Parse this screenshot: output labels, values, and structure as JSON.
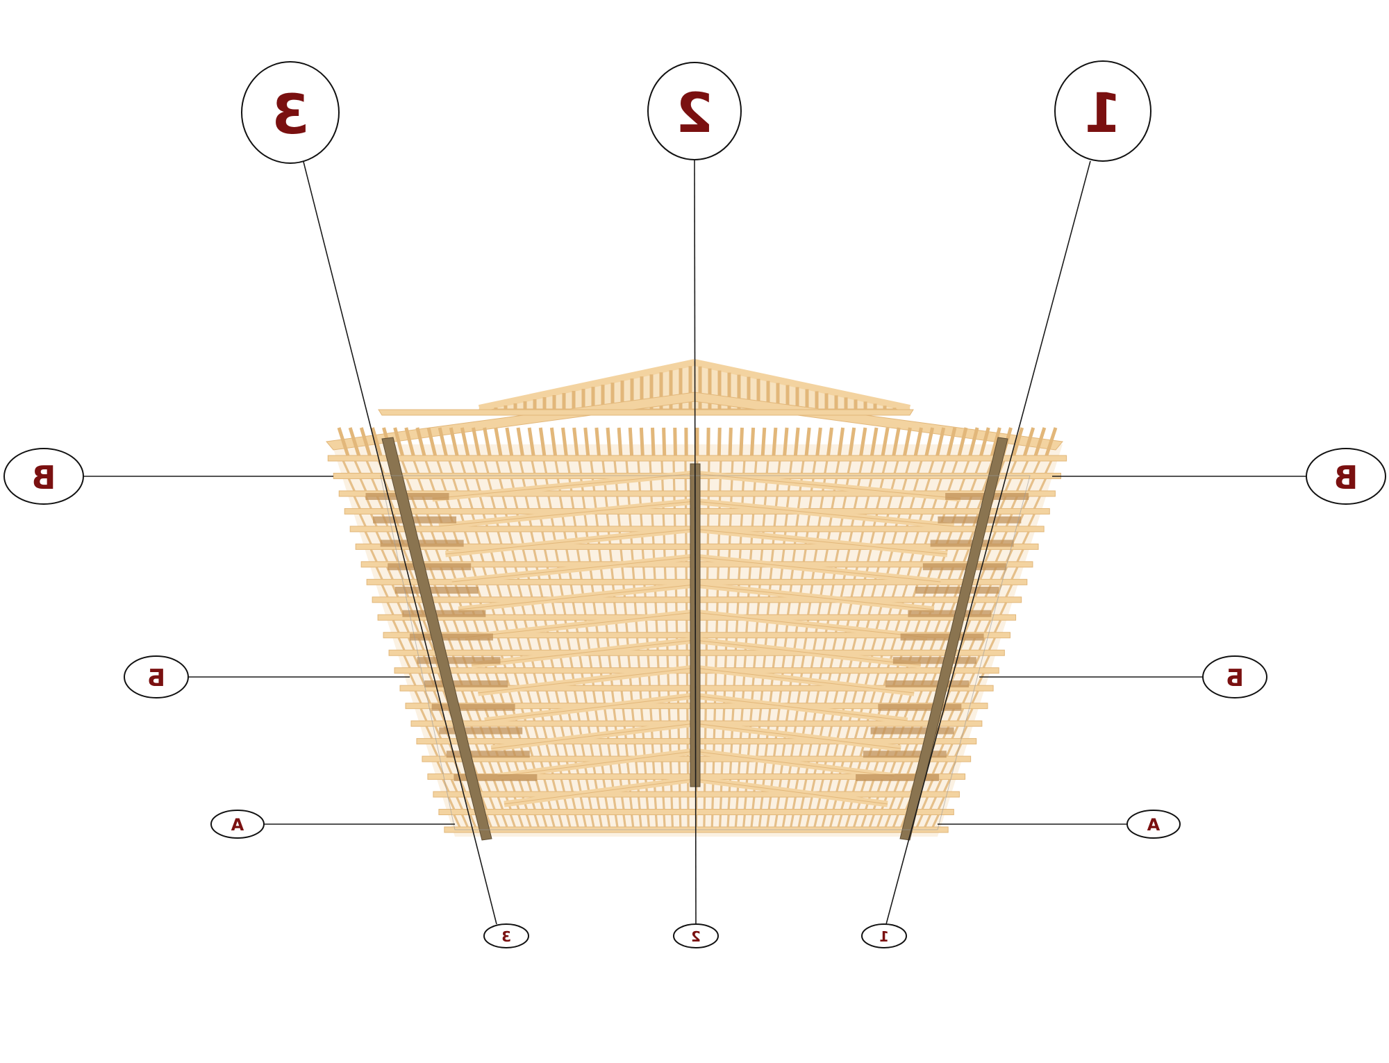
{
  "colors": {
    "background": "#ffffff",
    "grid_line": "#1a1a1a",
    "bubble_stroke": "#111111",
    "label": "#7a1010",
    "wood_light": "#f3d3a0",
    "wood_mid": "#e2b77a",
    "wood_dark": "#c0925a",
    "beam": "#8a7450"
  },
  "grid": {
    "axes_top": [
      {
        "id": "axis-3",
        "label": "3"
      },
      {
        "id": "axis-2",
        "label": "2"
      },
      {
        "id": "axis-1",
        "label": "1"
      }
    ],
    "axes_bottom": [
      {
        "id": "axis-3",
        "label": "3"
      },
      {
        "id": "axis-2",
        "label": "2"
      },
      {
        "id": "axis-1",
        "label": "1"
      }
    ],
    "rows": [
      {
        "id": "row-B",
        "label": "B"
      },
      {
        "id": "row-Б",
        "label": "Б"
      },
      {
        "id": "row-A",
        "label": "A"
      }
    ]
  }
}
